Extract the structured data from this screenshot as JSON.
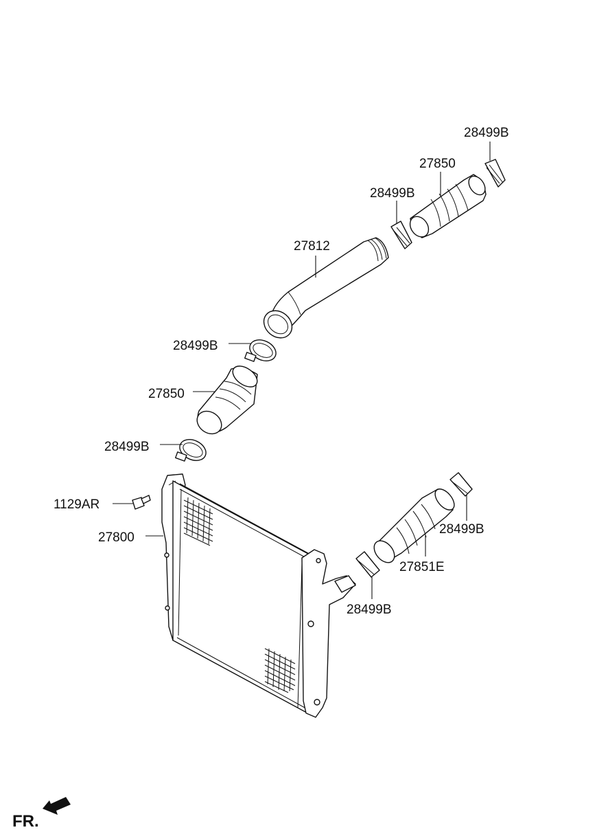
{
  "diagram": {
    "labels": {
      "clamp_top_right": "28499B",
      "hose_upper": "27850",
      "clamp_upper_mid": "28499B",
      "pipe": "27812",
      "clamp_pipe_lower": "28499B",
      "hose_lower_left": "27850",
      "clamp_lower_left": "28499B",
      "bolt": "1129AR",
      "intercooler": "27800",
      "clamp_right_upper": "28499B",
      "hose_right": "27851E",
      "clamp_right_lower": "28499B"
    },
    "direction": {
      "label": "FR."
    }
  }
}
